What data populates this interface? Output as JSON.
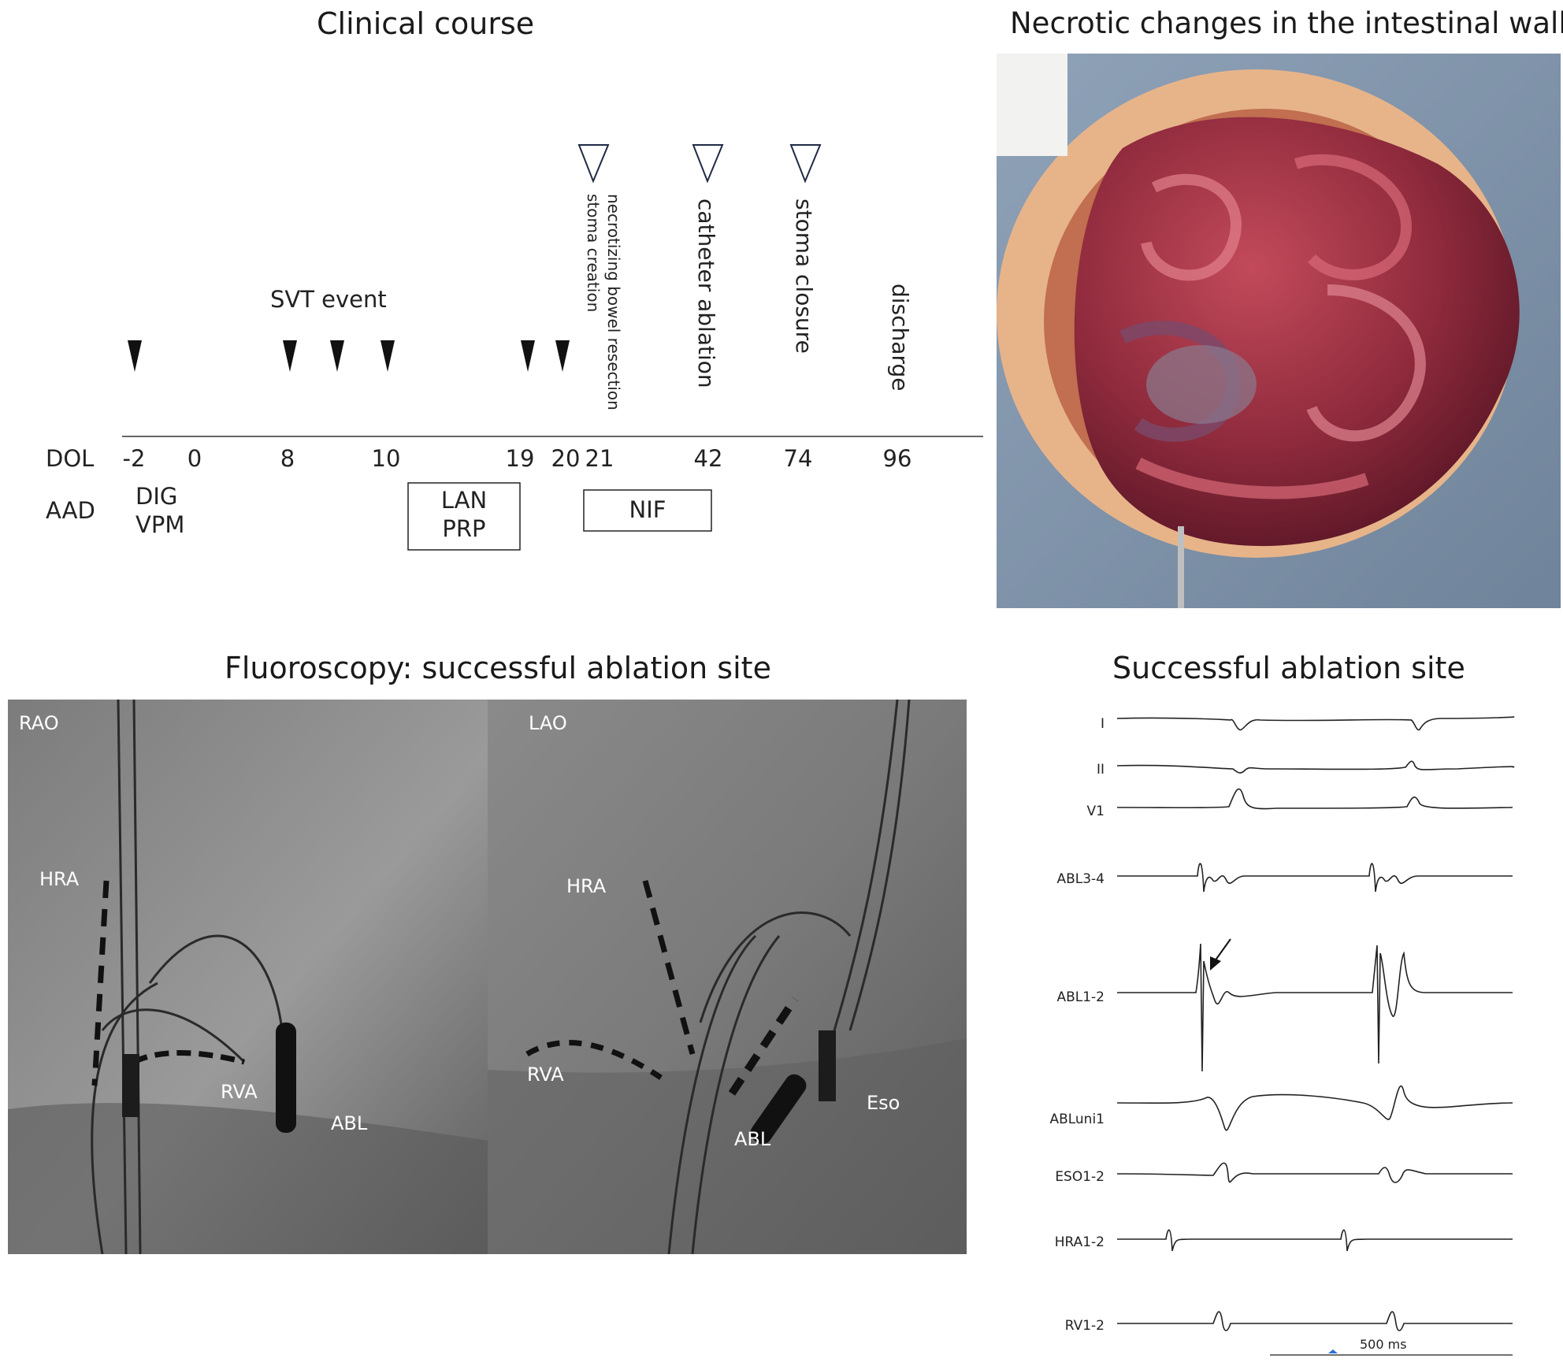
{
  "titles": {
    "clinical_course": "Clinical course",
    "necrotic": "Necrotic changes in the intestinal wall",
    "fluoroscopy": "Fluoroscopy: successful ablation site",
    "ablation_site": "Successful ablation site"
  },
  "course": {
    "svt_label": "SVT event",
    "row_labels": {
      "dol": "DOL",
      "aad": "AAD"
    },
    "dol_ticks": [
      "-2",
      "0",
      "8",
      "10",
      "19",
      "20",
      "21",
      "42",
      "74",
      "96"
    ],
    "svt_event_count": 6,
    "aad": {
      "initial_line1": "DIG",
      "initial_line2": "VPM",
      "box1_line1": "LAN",
      "box1_line2": "PRP",
      "box2": "NIF"
    },
    "events": {
      "resection_line1": "necrotizing bowel resection",
      "resection_line2": "stoma creation",
      "ablation": "catheter ablation",
      "closure": "stoma closure",
      "discharge": "discharge"
    }
  },
  "fluoro": {
    "rao": {
      "view": "RAO",
      "hra": "HRA",
      "rva": "RVA",
      "abl": "ABL"
    },
    "lao": {
      "view": "LAO",
      "hra": "HRA",
      "rva": "RVA",
      "abl": "ABL",
      "eso": "Eso"
    }
  },
  "egm": {
    "channels": [
      "I",
      "II",
      "V1",
      "ABL3-4",
      "ABL1-2",
      "ABLuni1",
      "ESO1-2",
      "HRA1-2",
      "RV1-2"
    ],
    "scale": "500 ms"
  },
  "colors": {
    "triangle_stroke": "#1f2a44",
    "scale_marker": "#2a6fdb"
  }
}
